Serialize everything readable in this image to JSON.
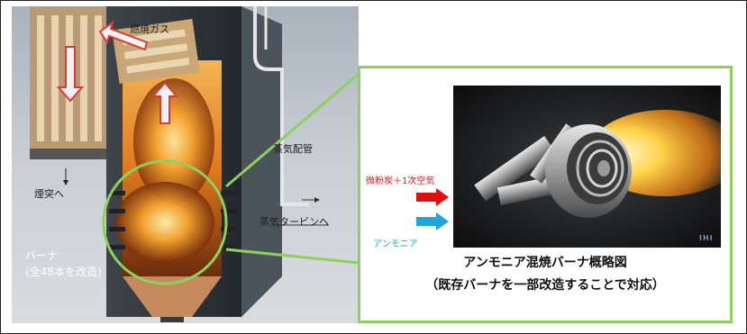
{
  "boiler": {
    "exhaust_gas_label": "燃焼ガス",
    "stack_label": "煙突へ",
    "steam_pipe_label": "蒸気配管",
    "to_turbine_label": "蒸気タービンへ",
    "burner_label": "バーナ",
    "burner_note": "(全48本を改造)"
  },
  "callout": {
    "coal_air_label": "微粉炭＋1次空気",
    "ammonia_label": "アンモニア",
    "caption_title": "アンモニア混焼バーナ概略図",
    "caption_note": "（既存バーナを一部改造することで対応）",
    "logo_text": "IHI"
  },
  "colors": {
    "highlight_green": "#8ed05e",
    "coal_arrow_red": "#e01010",
    "ammonia_arrow_blue": "#20a6dd",
    "flow_arrow_red": "#d93b3b"
  }
}
